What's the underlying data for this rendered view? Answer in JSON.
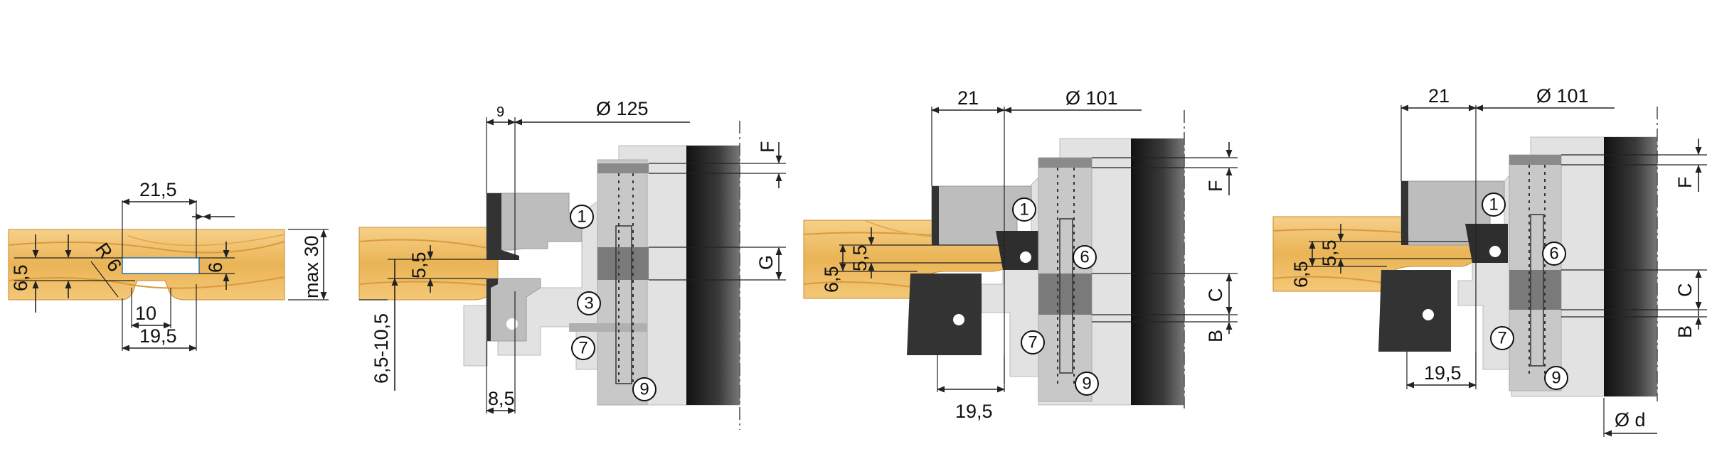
{
  "profile": {
    "dims": {
      "width_a": "21,5",
      "radius": "R 6",
      "height_a": "6,5",
      "height_b": "6",
      "width_b": "10",
      "width_c": "19,5",
      "max_thickness": "max 30"
    }
  },
  "tool1": {
    "dims": {
      "d_small": "9",
      "diameter": "Ø 125",
      "h1": "5,5",
      "h_range": "6,5-10,5",
      "w_bottom": "8,5",
      "f": "F",
      "g": "G"
    },
    "parts": [
      "1",
      "3",
      "7",
      "9"
    ]
  },
  "tool2": {
    "dims": {
      "w_top": "21",
      "diameter": "Ø 101",
      "h1": "5,5",
      "h2": "6,5",
      "w_bottom": "19,5",
      "f": "F",
      "c": "C",
      "b": "B"
    },
    "parts": [
      "1",
      "6",
      "7",
      "9"
    ]
  },
  "tool3": {
    "dims": {
      "w_top": "21",
      "diameter": "Ø 101",
      "h1": "5,5",
      "h2": "6,5",
      "w_bottom": "19,5",
      "f": "F",
      "c": "C",
      "b": "B",
      "bore": "Ø d"
    },
    "parts": [
      "1",
      "6",
      "7",
      "9"
    ]
  },
  "colors": {
    "wood_light": "#f2c36a",
    "wood_dark": "#d48a2a",
    "steel_light": "#d9d9d9",
    "steel_mid": "#b4b4b4",
    "steel_dark": "#8c8c8c",
    "body_dark": "#2b2b2b"
  }
}
